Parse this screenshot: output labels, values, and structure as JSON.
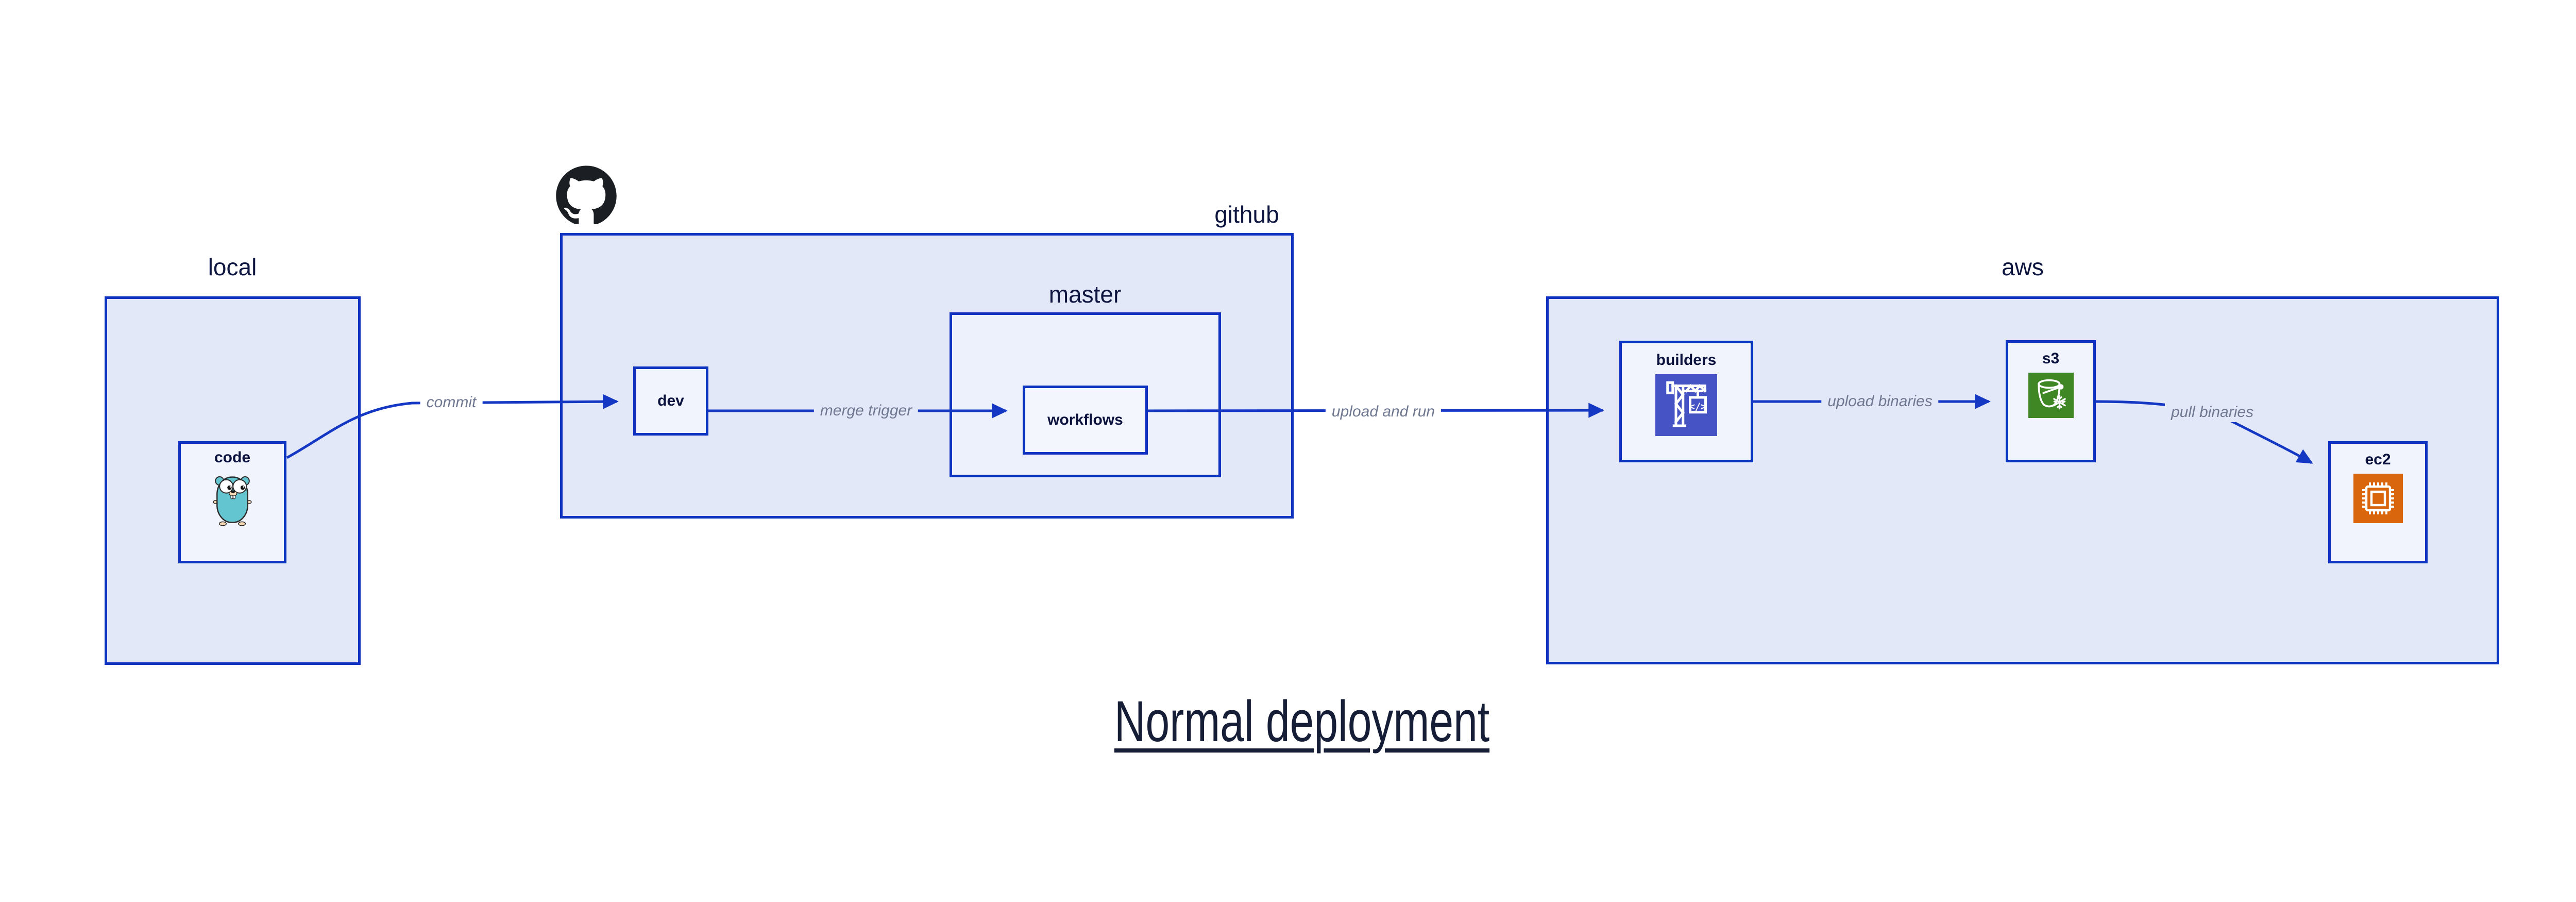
{
  "diagram": {
    "title": "Normal deployment",
    "containers": [
      {
        "id": "local",
        "label": "local"
      },
      {
        "id": "github",
        "label": "github"
      },
      {
        "id": "master",
        "label": "master"
      },
      {
        "id": "aws",
        "label": "aws"
      }
    ],
    "nodes": [
      {
        "id": "code",
        "label": "code",
        "icon": "go-gopher-icon"
      },
      {
        "id": "dev",
        "label": "dev",
        "icon": ""
      },
      {
        "id": "workflows",
        "label": "workflows",
        "icon": ""
      },
      {
        "id": "builders",
        "label": "builders",
        "icon": "aws-codebuild-icon"
      },
      {
        "id": "s3",
        "label": "s3",
        "icon": "aws-s3-glacier-icon"
      },
      {
        "id": "ec2",
        "label": "ec2",
        "icon": "aws-ec2-icon"
      }
    ],
    "edges": [
      {
        "from": "code",
        "to": "dev",
        "label": "commit"
      },
      {
        "from": "dev",
        "to": "workflows",
        "label": "merge trigger"
      },
      {
        "from": "workflows",
        "to": "builders",
        "label": "upload and run"
      },
      {
        "from": "builders",
        "to": "s3",
        "label": "upload binaries"
      },
      {
        "from": "s3",
        "to": "ec2",
        "label": "pull binaries"
      }
    ],
    "logos": [
      {
        "id": "github-logo",
        "name": "github-octocat-mark"
      }
    ],
    "colors": {
      "canvas_bg": "#ffffff",
      "container_fill": "#e2e8f8",
      "nested_fill": "#edf1fb",
      "leaf_fill": "#f1f4fd",
      "border_blue": "#0d33c0",
      "edge_blue": "#1437c4",
      "edge_label_gray": "#6f7890",
      "label_navy": "#0e163f",
      "title_navy": "#161d36",
      "github_black": "#1b1f23",
      "codebuild_indigo": "#4553c4",
      "s3_green": "#3f8624",
      "ec2_orange": "#d9660d",
      "gopher_teal": "#63c5cf"
    }
  }
}
